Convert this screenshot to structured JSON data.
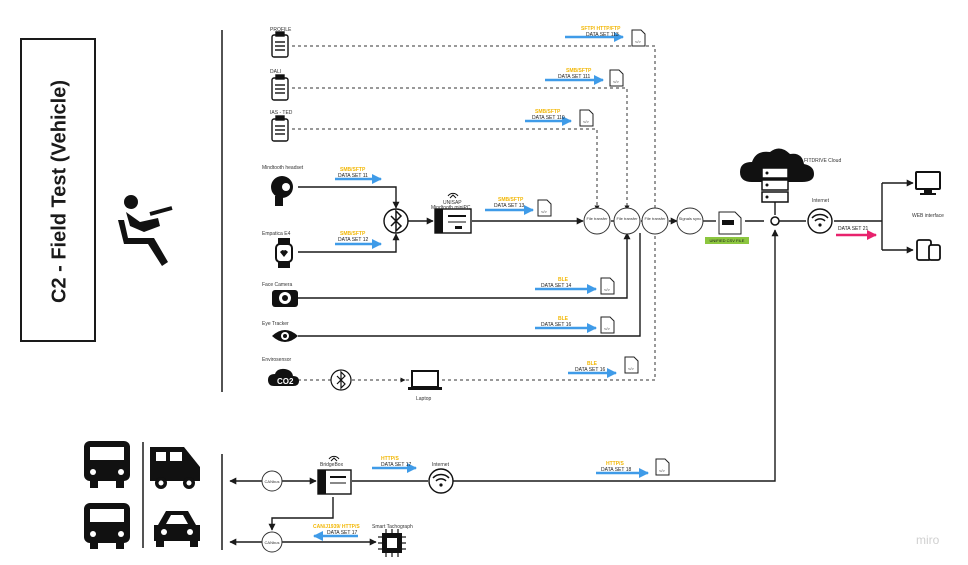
{
  "title": "C2 - Field  Test (Vehicle)",
  "devices": {
    "profile": "PROFILE",
    "dali": "DALI",
    "iaseted": "IAS - TED",
    "mindtooth": "Mindtooth headset",
    "empatica": "Empatica E4",
    "face_camera": "Face Camera",
    "eye_tracker": "Eye Tracker",
    "envirosensor": "Envirosensor",
    "laptop": "Laptop",
    "unisap_top": "UNISAP",
    "unisap_bottom": "Mindtooth miniPC",
    "bridgebox": "BridgeBox",
    "tachograph": "Smart Tachograph",
    "canbus1": "CANbus",
    "canbus2": "CANbus",
    "internet_bottom": "Internet",
    "internet_top": "Internet",
    "cloud": "FITDRIVE Cloud",
    "web_interface": "WEB interface"
  },
  "protocols": {
    "p_profile": "SFTP/ HTTP/FTP",
    "p_dali": "SMB/SFTP",
    "p_ias": "SMB/SFTP",
    "p_mind": "SMB/SFTP",
    "p_emp": "SMB/SFTP",
    "p_unisap": "SMB/SFTP",
    "p_face": "BLE",
    "p_eye": "BLE",
    "p_env": "BLE",
    "p_bridge": "HTTP/S",
    "p_bridge_cloud": "HTTP/S",
    "p_tacho": "CAN/J1939/ HTTP/S"
  },
  "datasets": {
    "d_profile": "DATA SET 113",
    "d_dali": "DATA SET 111",
    "d_ias": "DATA SET 110",
    "d_mind": "DATA SET 11",
    "d_emp": "DATA SET 12",
    "d_unisap": "DATA SET 13",
    "d_face": "DATA SET 14",
    "d_eye": "DATA SET 16",
    "d_env": "DATA SET 16",
    "d_bridge": "DATA SET 17",
    "d_bridge_cloud": "DATA SET 18",
    "d_tacho": "DATA SET 17",
    "d_web": "DATA SET 21"
  },
  "transfer_nodes": {
    "n1": "File transfer",
    "n2": "File transfer",
    "n3": "File transfer",
    "n4": "Signals sync"
  },
  "csv_label": "UNIFIED CSV FILE",
  "watermark": "miro",
  "colors": {
    "arrow_blue": "#3f9be8",
    "arrow_pink": "#e8226d",
    "protocol_yellow": "#f2b705",
    "csv_green": "#8cc63f"
  }
}
